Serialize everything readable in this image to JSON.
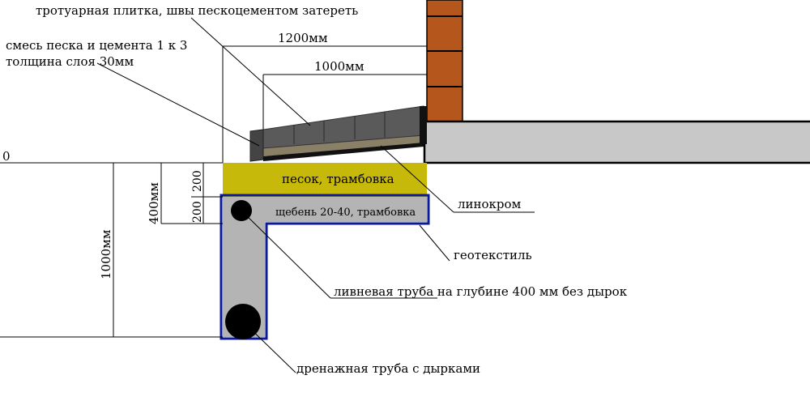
{
  "labels": {
    "tile": "тротуарная плитка, швы пескоцементом затереть",
    "mix_line1": "смесь песка и цемента 1 к 3",
    "mix_line2": "толщина слоя 30мм",
    "dim_1200": "1200мм",
    "dim_1000": "1000мм",
    "zero": "0",
    "sand": "песок, трамбовка",
    "gravel": "щебень 20-40, трамбовка",
    "linocrom": "линокром",
    "geotextile": "геотекстиль",
    "storm_pipe": "ливневая труба на глубине 400 мм без дырок",
    "drain_pipe": "дренажная труба с дырками",
    "dim_400": "400мм",
    "dim_200_top": "200",
    "dim_200_bottom": "200",
    "dim_1000_vertical": "1000мм"
  },
  "colors": {
    "brick": "#b5561d",
    "concrete": "#c8c8c8",
    "sand": "#c7b90a",
    "gravel": "#b4b4b4",
    "geotextile_outline": "#0a1a9a",
    "tile": "#5a5a5a",
    "mortar": "#8a8068",
    "linocrom": "#111111"
  }
}
